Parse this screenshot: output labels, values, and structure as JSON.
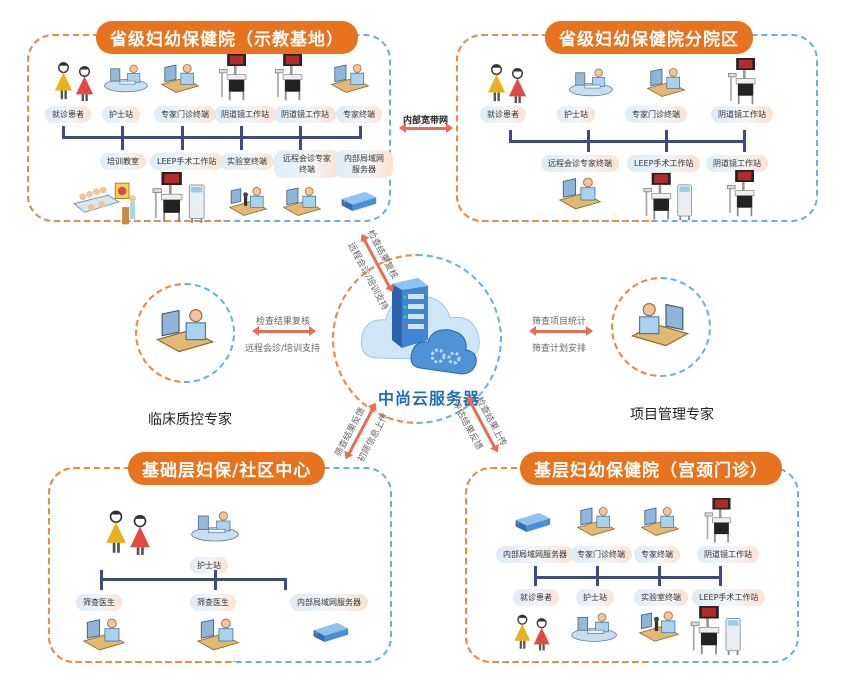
{
  "colors": {
    "title_orange": "#e8731e",
    "bus_navy": "#3f4a85",
    "arrow_red": "#e86d55",
    "dash_blue": "#6aaee0",
    "dash_orange": "#f08a3c",
    "cloud_blue": "#1e6fb8"
  },
  "provincial_demo": {
    "title": "省级妇幼保健院（示教基地）",
    "top_nodes": [
      {
        "label": "就诊患者",
        "icon": "patients-icon"
      },
      {
        "label": "护士站",
        "icon": "nurse-station-icon"
      },
      {
        "label": "专家门诊终端",
        "icon": "expert-terminal-icon"
      },
      {
        "label": "阴道镜工作站",
        "icon": "colposcope-icon"
      },
      {
        "label": "阴道镜工作站",
        "icon": "colposcope-icon"
      },
      {
        "label": "专家终端",
        "icon": "expert-terminal-icon"
      }
    ],
    "bottom_nodes": [
      {
        "label": "培训教室",
        "icon": "training-room-icon"
      },
      {
        "label": "LEEP手术工作站",
        "icon": "leep-station-icon"
      },
      {
        "label": "实验室终端",
        "icon": "lab-terminal-icon"
      },
      {
        "label": "远程会诊专家终端",
        "icon": "expert-terminal-icon"
      },
      {
        "label": "内部局域网服务器",
        "icon": "lan-server-icon"
      }
    ]
  },
  "provincial_branch": {
    "title": "省级妇幼保健院分院区",
    "top_nodes": [
      {
        "label": "就诊患者",
        "icon": "patients-icon"
      },
      {
        "label": "护士站",
        "icon": "nurse-station-icon"
      },
      {
        "label": "专家门诊终端",
        "icon": "expert-terminal-icon"
      },
      {
        "label": "阴道镜工作站",
        "icon": "colposcope-icon"
      }
    ],
    "bottom_nodes": [
      {
        "label": "远程会诊专家终端",
        "icon": "expert-terminal-icon"
      },
      {
        "label": "LEEP手术工作站",
        "icon": "leep-station-icon"
      },
      {
        "label": "阴道镜工作站",
        "icon": "colposcope-icon"
      }
    ]
  },
  "internal_wan": {
    "label": "内部宽带网"
  },
  "cloud": {
    "label": "中尚云服务器"
  },
  "clinical_expert": {
    "label": "临床质控专家",
    "flow_top": "检查结果复核",
    "flow_bottom": "远程会诊/培训支持"
  },
  "project_expert": {
    "label": "项目管理专家",
    "flow_top": "筛查项目统计",
    "flow_bottom": "筛查计划安排"
  },
  "top_link": {
    "label_a": "远程会诊/培训支持",
    "label_b": "检查结果复核"
  },
  "lower_left_link": {
    "label_a": "筛查结果反馈",
    "label_b": "初筛信息上传"
  },
  "lower_right_link": {
    "label_a": "检查结果上传",
    "label_b": "评估结果反馈"
  },
  "community": {
    "title": "基础层妇保/社区中心",
    "top_nodes": [
      {
        "label": "护士站",
        "icon": "nurse-station-icon"
      }
    ],
    "bottom_nodes": [
      {
        "label": "筛查医生",
        "icon": "doctor-terminal-icon"
      },
      {
        "label": "筛查医生",
        "icon": "doctor-terminal-icon"
      },
      {
        "label": "内部局域网服务器",
        "icon": "lan-server-icon"
      }
    ]
  },
  "basic_hospital": {
    "title": "基层妇幼保健院（宫颈门诊）",
    "top_nodes": [
      {
        "label": "内部局域网服务器",
        "icon": "lan-server-icon"
      },
      {
        "label": "专家门诊终端",
        "icon": "expert-terminal-icon"
      },
      {
        "label": "专家终端",
        "icon": "expert-terminal-icon"
      },
      {
        "label": "阴道镜工作站",
        "icon": "colposcope-icon"
      }
    ],
    "bottom_nodes": [
      {
        "label": "就诊患者",
        "icon": "patients-icon"
      },
      {
        "label": "护士站",
        "icon": "nurse-station-icon"
      },
      {
        "label": "实验室终端",
        "icon": "lab-terminal-icon"
      },
      {
        "label": "LEEP手术工作站",
        "icon": "leep-station-icon"
      }
    ]
  }
}
